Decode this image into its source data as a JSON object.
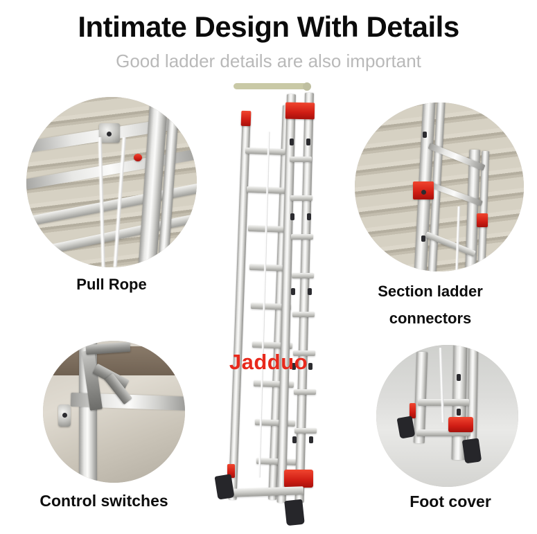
{
  "header": {
    "title": "Intimate Design With Details",
    "subtitle": "Good ladder details are also important"
  },
  "accent": {
    "bar_color": "#c9c9a6",
    "dot_color": "#bfbfa0"
  },
  "callouts": [
    {
      "id": "pull-rope",
      "label": "Pull Rope",
      "position": "top-left",
      "scene": "pulley with white pull rope on aluminium ladder rungs against corrugated wall"
    },
    {
      "id": "section-ladder-connectors",
      "label_line1": "Section ladder",
      "label_line2": "connectors",
      "label": "Section ladder connectors",
      "position": "top-right",
      "scene": "red connector brackets joining ladder sections against corrugated wall"
    },
    {
      "id": "control-switches",
      "label": "Control switches",
      "position": "bottom-left",
      "scene": "metal control latch lever on ladder rail"
    },
    {
      "id": "foot-cover",
      "label": "Foot cover",
      "position": "bottom-right",
      "scene": "black rubber foot covers and red bracket at ladder base on floor"
    }
  ],
  "product": {
    "watermark": "Jadduo",
    "watermark_color": "#e8291c",
    "description": "Aluminium extension ladder, two sections, red end caps, pull rope, black foot covers",
    "accent_red": "#d21e14",
    "metal_color": "#d9d9d6"
  },
  "background_color": "#ffffff",
  "title_color": "#0b0b0b",
  "subtitle_color": "#b9b9b9"
}
